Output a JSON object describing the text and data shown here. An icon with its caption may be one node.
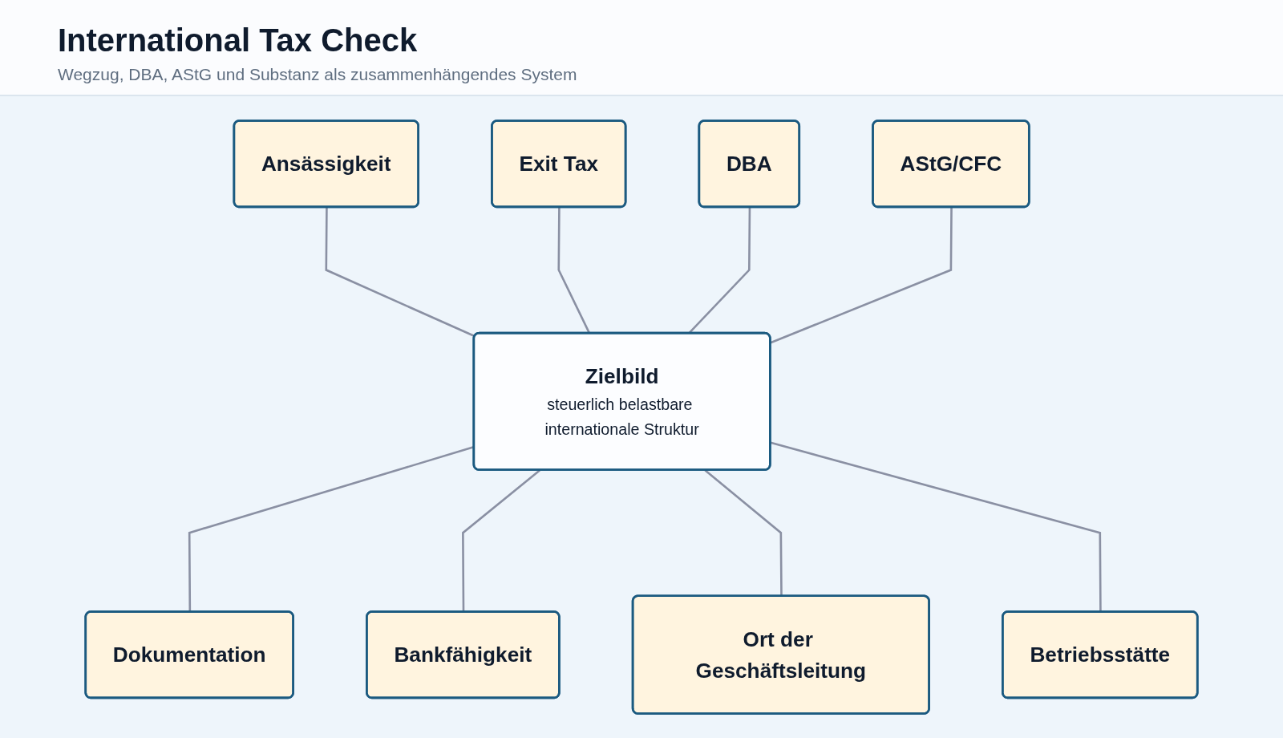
{
  "diagram": {
    "title": "International Tax Check",
    "nodes": [
      {
        "text": [
          "Ansässigkeit"
        ]
      },
      {
        "text": [
          "Exit Tax"
        ]
      },
      {
        "text": [
          "DBA"
        ]
      },
      {
        "text": [
          "Dokumentation"
        ]
      },
      {
        "text": [
          "Zielbild",
          "steuerlich belastbare internationale Struktur"
        ]
      },
      {
        "text": [
          "AStG/CFC"
        ]
      },
      {
        "text": [
          "Bankfähigkeit"
        ]
      },
      {
        "text": [
          "Ort der Geschäftsleitung"
        ]
      },
      {
        "text": [
          "Betriebsstätte"
        ]
      }
    ],
    "edges": [
      {
        "from": 0,
        "to": 4,
        "arrow": "none"
      },
      {
        "from": 1,
        "to": 4,
        "arrow": "none"
      },
      {
        "from": 2,
        "to": 4,
        "arrow": "none"
      },
      {
        "from": 4,
        "to": 3,
        "arrow": "none"
      },
      {
        "from": 5,
        "to": 4,
        "arrow": "none"
      },
      {
        "from": 4,
        "to": 6,
        "arrow": "none"
      },
      {
        "from": 4,
        "to": 7,
        "arrow": "none"
      },
      {
        "from": 4,
        "to": 8,
        "arrow": "none"
      }
    ],
    "labels": [
      "Wegzug, DBA, AStG und Substanz als zusammenhängendes System"
    ]
  }
}
